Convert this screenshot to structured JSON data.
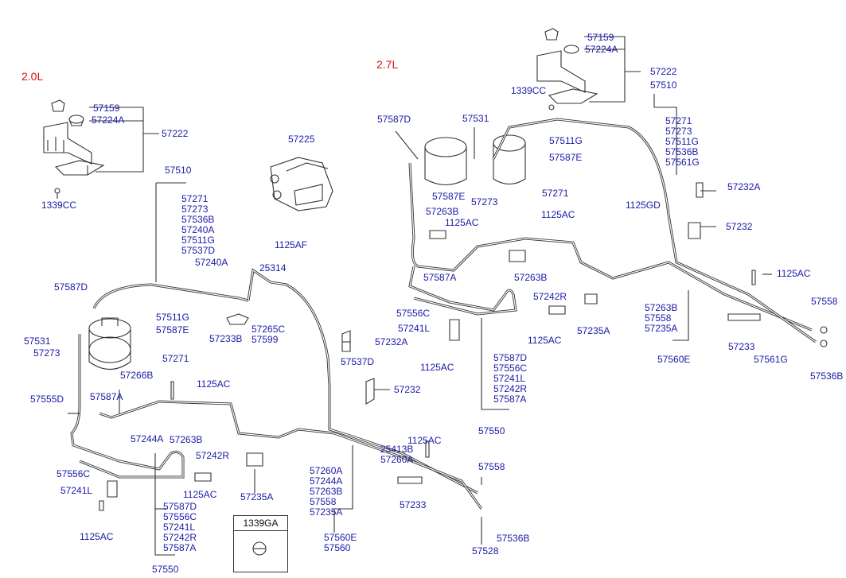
{
  "variants": {
    "left": "2.0L",
    "right": "2.7L"
  },
  "box_part": "1339GA",
  "labels": {
    "l57159": "57159",
    "l57224A": "57224A",
    "l57222": "57222",
    "l1339CC": "1339CC",
    "l57510": "57510",
    "l57510stack": "57271\n57273\n57536B\n57240A\n57511G\n57537D",
    "l57225": "57225",
    "l1125AF": "1125AF",
    "l57240A": "57240A",
    "l25314": "25314",
    "l57587D": "57587D",
    "l57511G": "57511G",
    "l57587E": "57587E",
    "l57531": "57531",
    "l57273": "57273",
    "l57271": "57271",
    "l57233B": "57233B",
    "l57265C": "57265C\n57599",
    "l57232A": "57232A",
    "l57537D": "57537D",
    "l57266B": "57266B",
    "l1125AC_a": "1125AC",
    "l57555D": "57555D",
    "l57587A": "57587A",
    "l57244A": "57244A",
    "l57263B": "57263B",
    "l57232": "57232",
    "l57556C": "57556C",
    "l57242R": "57242R",
    "l57241L": "57241L",
    "l1125AC_b": "1125AC",
    "l1125AC_c": "1125AC",
    "l57550stack": "57587D\n57556C\n57241L\n57242R\n57587A",
    "l57550": "57550",
    "l57235A": "57235A",
    "l57560stack": "57260A\n57244A\n57263B\n57558\n57235A",
    "l57560E": "57560E\n57560",
    "l1125AC_d": "1125AC",
    "l25413B": "25413B\n57260A",
    "l57233": "57233",
    "l57558": "57558",
    "l57536B": "57536B",
    "l57528": "57528",
    "r57159": "57159",
    "r57224A": "57224A",
    "r57222": "57222",
    "r57510": "57510",
    "r1339CC": "1339CC",
    "r57587D": "57587D",
    "r57531": "57531",
    "r57271stack": "57271\n57273\n57511G\n57536B\n57561G",
    "r57511G": "57511G",
    "r57587E_a": "57587E",
    "r57587E_b": "57587E",
    "r57273": "57273",
    "r57271": "57271",
    "r57232A": "57232A",
    "r57263B_a": "57263B",
    "r1125AC_a": "1125AC",
    "r1125AC_b": "1125AC",
    "r1125GD": "1125GD",
    "r57232": "57232",
    "r57587A": "57587A",
    "r57263B_b": "57263B",
    "r1125AC_c": "1125AC",
    "r57242R": "57242R",
    "r57556C": "57556C",
    "r57241L": "57241L",
    "r1125AC_d": "1125AC",
    "r1125AC_e": "1125AC",
    "r57235A": "57235A",
    "r57560stack": "57263B\n57558\n57235A",
    "r57560E": "57560E",
    "r57233": "57233",
    "r57558": "57558",
    "r57561G": "57561G",
    "r57536B": "57536B",
    "r57550stack": "57587D\n57556C\n57241L\n57242R\n57587A",
    "r57550": "57550"
  }
}
